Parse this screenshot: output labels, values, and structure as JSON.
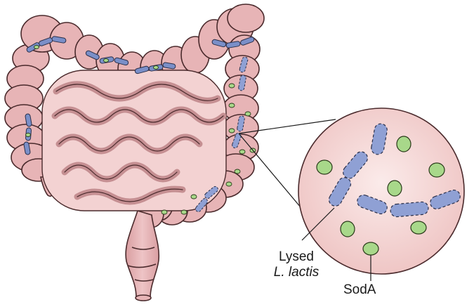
{
  "labels": {
    "lysed_line1": "Lysed",
    "lysed_line2": "L. lactis",
    "soda": "SodA"
  },
  "colors": {
    "intestine_fill": "#e7b4b6",
    "intestine_outline": "#4a2a2c",
    "bacteria_fill": "#7a8fc8",
    "protein_fill": "#a8d88a",
    "zoom_fill": "#f6d9d8"
  }
}
